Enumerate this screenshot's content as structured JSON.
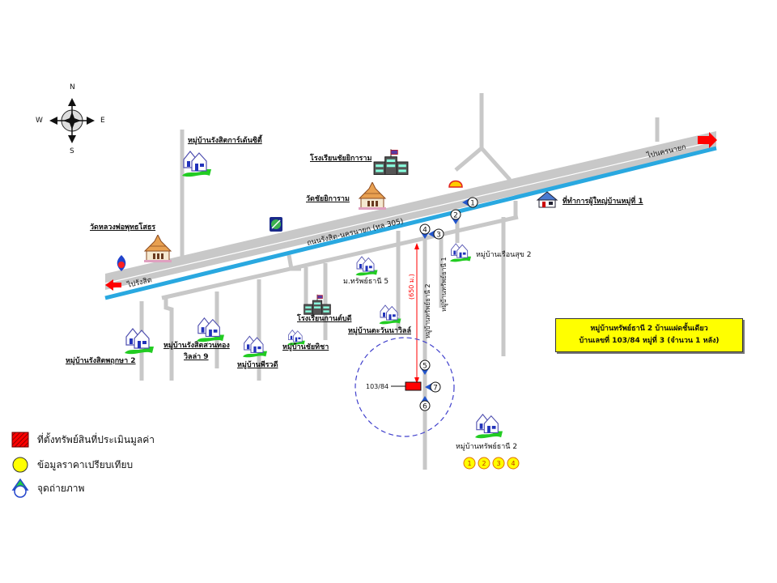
{
  "compass": {
    "north": "N",
    "south": "S",
    "east": "E",
    "west": "W"
  },
  "roads": {
    "main_road_name": "ถนนรังสิต-นครนายก (ทล 305)",
    "to_west": "ไปรังสิต",
    "to_east": "ไปนครนายก",
    "soi_2": "หมู่บ้านทรัพย์ธานี 2",
    "soi_1": "หมู่บ้านทรัพย์ธานี 1",
    "distance": "(650 ม.)"
  },
  "places": {
    "rangsit_garden_city": "หมู่บ้านรังสิตการ์เด้นซิตี้",
    "school_chaiyaram": "โรงเรียนชัยยิการาม",
    "wat_chaiyaram": "วัดชัยยิการาม",
    "village_headman_office": "ที่ทำการผู้ใหญ่บ้านหมู่ที่ 1",
    "wat_luang_pho": "วัดหลวงพ่อพุทธโสธร",
    "muean_suk_2": "หมู่บ้านเรือนสุข 2",
    "sap_thani_5": "ม.ทรัพย์ธานี 5",
    "school_kan_ubon": "โรงเรียนกานต์บดี",
    "rangsit_pruksa_2": "หมู่บ้านรังสิตพฤกษา 2",
    "rangsit_suan_thong": "หมู่บ้านรังสิตสวนทอง",
    "villa_9": "วิลล่า 9",
    "pirawadee": "หมู่บ้านพีรวดี",
    "chai_thida": "หมู่บ้านชัยทิชา",
    "tawan_villa": "หมู่บ้านตะวันนาวิลล์",
    "sap_thani_2": "หมู่บ้านทรัพย์ธานี 2"
  },
  "subject": {
    "plot_label": "103/84"
  },
  "photo_points": [
    "1",
    "2",
    "3",
    "4",
    "5",
    "6",
    "7"
  ],
  "comparables": [
    "1",
    "2",
    "3",
    "4"
  ],
  "info_box": {
    "line1": "หมู่บ้านทรัพย์ธานี 2  บ้านแฝดชั้นเดียว",
    "line2": "บ้านเลขที่ 103/84 หมู่ที่ 3 (จำนวน 1 หลัง)"
  },
  "legend": {
    "subject_property": "ที่ตั้งทรัพย์สินที่ประเมินมูลค่า",
    "comparable_data": "ข้อมูลราคาเปรียบเทียบ",
    "photo_point": "จุดถ่ายภาพ"
  },
  "colors": {
    "road": "#c8c8c8",
    "canal": "#29a8e0",
    "arrow": "#ff0000",
    "subject": "#ff0000",
    "comparable": "#ffff00",
    "marker": "#2255cc",
    "info_bg": "#ffff00"
  }
}
